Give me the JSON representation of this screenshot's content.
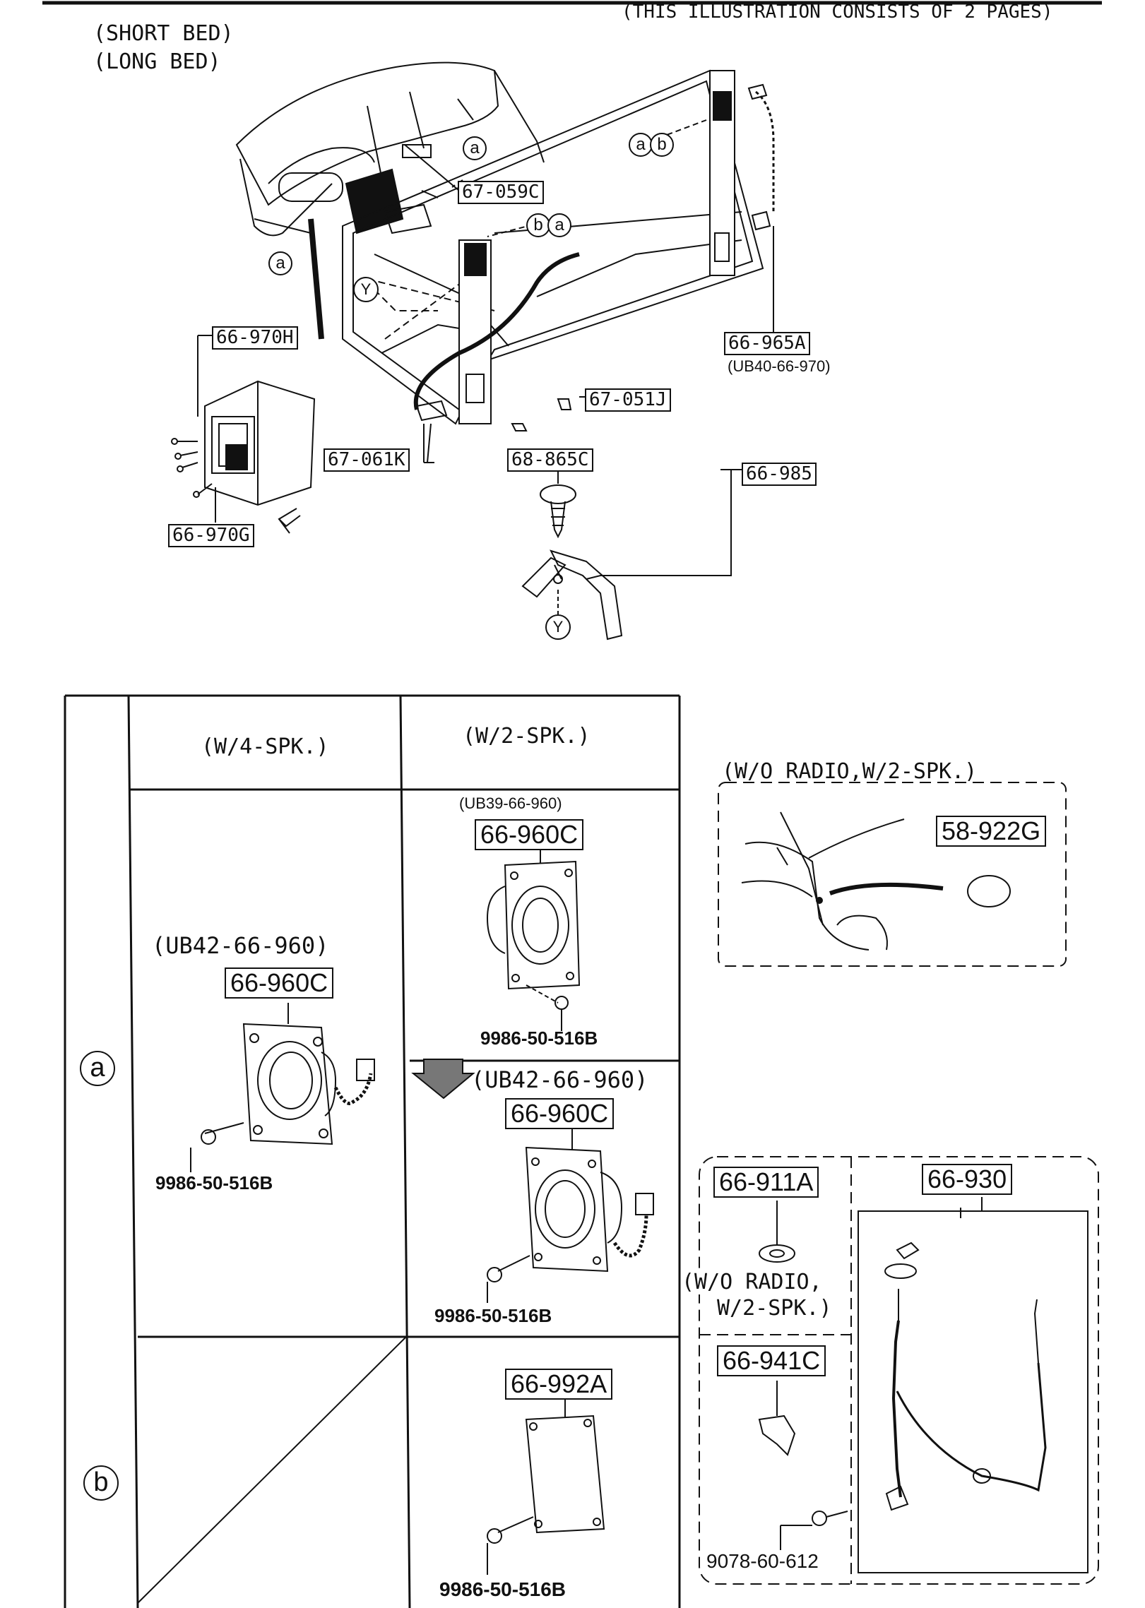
{
  "header": {
    "note": "(THIS ILLUSTRATION CONSISTS OF  2 PAGES)",
    "variant_short": "(SHORT BED)",
    "variant_long": "(LONG BED)"
  },
  "top_diagram": {
    "circle_markers": {
      "a": "a",
      "b": "b",
      "y": "Y"
    },
    "part_labels": {
      "p67_059c": "67-059C",
      "p66_970h": "66-970H",
      "p66_965a": "66-965A",
      "p66_965a_alt": "(UB40-66-970)",
      "p67_051j": "67-051J",
      "p67_061k": "67-061K",
      "p68_865c": "68-865C",
      "p66_985": "66-985",
      "p66_970g": "66-970G"
    }
  },
  "table": {
    "col_4spk": "(W/4-SPK.)",
    "col_2spk": "(W/2-SPK.)",
    "row_a": "a",
    "row_b": "b",
    "cell_a_4spk": {
      "ub": "(UB42-66-960)",
      "part": "66-960C",
      "screw": "9986-50-516B"
    },
    "cell_a_2spk_top": {
      "ub": "(UB39-66-960)",
      "part": "66-960C",
      "screw": "9986-50-516B"
    },
    "cell_a_2spk_bottom": {
      "ub": "(UB42-66-960)",
      "part": "66-960C",
      "screw": "9986-50-516B"
    },
    "cell_b_2spk": {
      "part": "66-992A",
      "screw": "9986-50-516B"
    }
  },
  "inset_radio": {
    "title": "(W/O RADIO,W/2-SPK.)",
    "part": "58-922G"
  },
  "antenna_group": {
    "grommet_part": "66-911A",
    "note_line1": "(W/O RADIO,",
    "note_line2": "W/2-SPK.)",
    "clip_part": "66-941C",
    "screw_part": "9078-60-612",
    "antenna_part": "66-930"
  }
}
